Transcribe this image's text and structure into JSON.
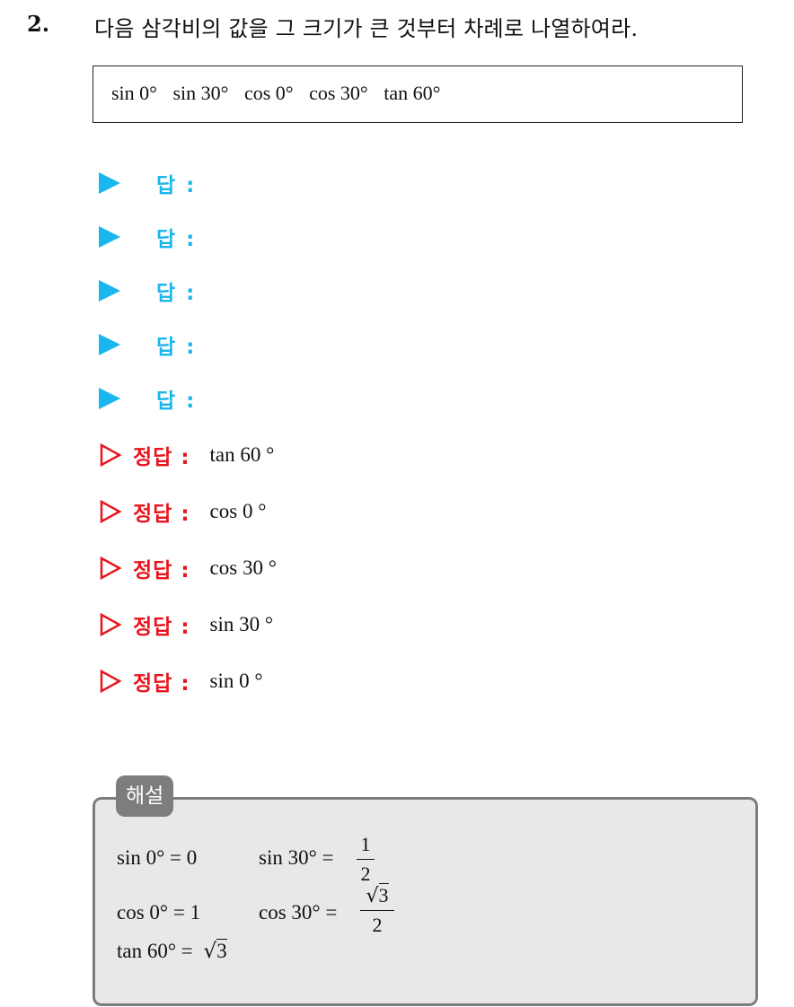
{
  "question": {
    "number": "2.",
    "text": "다음 삼각비의 값을 그 크기가 큰 것부터 차례로 나열하여라."
  },
  "given_items": [
    "sin 0°",
    "sin 30°",
    "cos 0°",
    "cos 30°",
    "tan 60°"
  ],
  "answer_label": "답 :",
  "answers": [
    "",
    "",
    "",
    "",
    ""
  ],
  "solution_label": "정답 :",
  "solutions": [
    "tan 60 °",
    "cos 0 °",
    "cos 30 °",
    "sin 30 °",
    "sin 0 °"
  ],
  "explanation": {
    "tab_label": "해설",
    "lines": [
      {
        "left": "sin 0° = 0",
        "right_lhs": "sin 30° =",
        "right_num": "1",
        "right_den": "2"
      },
      {
        "left": "cos 0° = 1",
        "right_lhs": "cos 30° =",
        "right_num_sqrt": "3",
        "right_den": "2"
      },
      {
        "left": "tan 60° =",
        "left_sqrt": "3"
      }
    ]
  },
  "colors": {
    "answer_accent": "#1ab6ee",
    "solution_accent": "#e8151e",
    "explanation_border": "#7d7d7d",
    "explanation_fill": "#e8e8e8"
  }
}
